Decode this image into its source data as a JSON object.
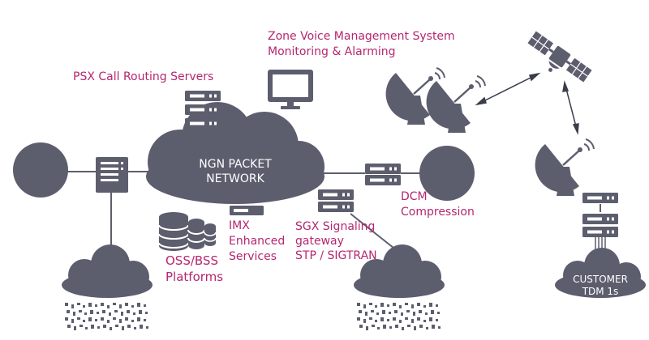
{
  "colors": {
    "shape": "#5c5e6e",
    "label": "#b5266f",
    "cloud_text": "#ffffff",
    "satellite_link": "#3a3d4a",
    "line": "#5c5e6e"
  },
  "labels": {
    "zvms_line1": "Zone Voice Management System",
    "zvms_line2": "Monitoring & Alarming",
    "psx": "PSX Call Routing Servers",
    "imx_line1": "IMX",
    "imx_line2": "Enhanced",
    "imx_line3": "Services",
    "oss_line1": "OSS/BSS",
    "oss_line2": "Platforms",
    "sgx_line1": "SGX Signaling",
    "sgx_line2": "gateway",
    "sgx_line3": "STP / SIGTRAN",
    "dcm_line1": "DCM",
    "dcm_line2": "Compression"
  },
  "clouds": {
    "ngn_line1": "NGN PACKET",
    "ngn_line2": "NETWORK",
    "customer_line1": "CUSTOMER",
    "customer_line2": "TDM 1s"
  },
  "icons": {
    "server": "server-icon",
    "monitor": "monitor-icon",
    "satellite": "satellite-icon",
    "dish": "satellite-dish-icon",
    "database": "database-icon",
    "cloud": "cloud-icon",
    "rain": "wireless-users-icon"
  }
}
